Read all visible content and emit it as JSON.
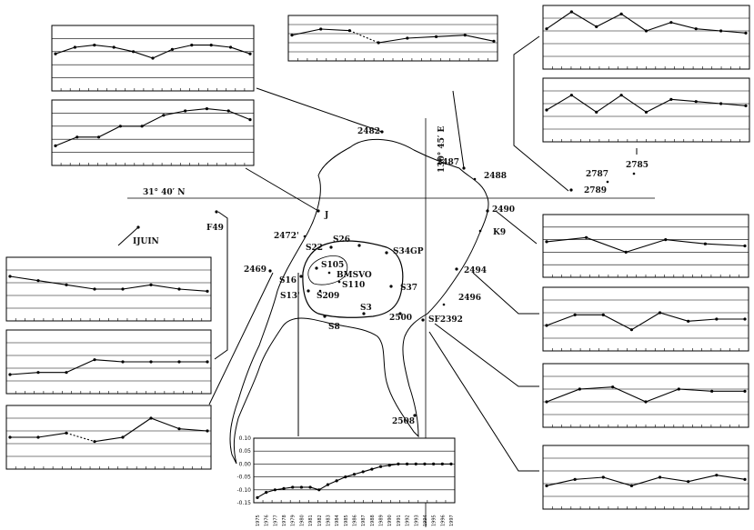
{
  "labels": {
    "lat": "31° 40′ N",
    "lon": "130° 45′ E",
    "stations": [
      "2482",
      "2487",
      "2488",
      "2789",
      "2787",
      "2785",
      "2490",
      "K9",
      "J",
      "F49",
      "2472'",
      "IJUIN",
      "S22",
      "S26",
      "S34GP",
      "2469",
      "S16",
      "S105",
      "BMSVO",
      "S110",
      "S13'",
      "S209",
      "S37",
      "S3",
      "S8",
      "2500",
      "SF2392",
      "2494",
      "2496",
      "2508"
    ]
  },
  "chart_data": [
    {
      "type": "line",
      "name": "top-left-1",
      "values": [
        0.02,
        0.05,
        0.06,
        0.05,
        0.03,
        0.0,
        0.04,
        0.06,
        0.06,
        0.05,
        0.02
      ],
      "dashed_segments": []
    },
    {
      "type": "line",
      "name": "top-left-2",
      "values": [
        -0.06,
        -0.02,
        -0.02,
        0.03,
        0.03,
        0.08,
        0.1,
        0.11,
        0.1,
        0.06
      ],
      "dashed_segments": []
    },
    {
      "type": "line",
      "name": "top-center",
      "values": [
        0.02,
        0.06,
        0.05,
        -0.03,
        0.0,
        0.01,
        0.02,
        -0.02
      ],
      "dashed_segments": [
        [
          2,
          3
        ]
      ]
    },
    {
      "type": "line",
      "name": "top-right-1",
      "values": [
        0.04,
        0.12,
        0.05,
        0.11,
        0.03,
        0.07,
        0.04,
        0.03,
        0.02
      ],
      "dashed_segments": []
    },
    {
      "type": "line",
      "name": "top-right-2",
      "values": [
        0.0,
        0.07,
        -0.01,
        0.07,
        -0.01,
        0.05,
        0.04,
        0.03,
        0.02
      ],
      "dashed_segments": []
    },
    {
      "type": "line",
      "name": "left-1",
      "values": [
        0.06,
        0.04,
        0.02,
        0.0,
        0.0,
        0.02,
        0.0,
        -0.01
      ],
      "dashed_segments": []
    },
    {
      "type": "line",
      "name": "left-2",
      "values": [
        -0.06,
        -0.05,
        -0.05,
        0.01,
        0.0,
        0.0,
        0.0,
        0.0
      ],
      "dashed_segments": []
    },
    {
      "type": "line",
      "name": "left-3",
      "values": [
        0.0,
        0.0,
        0.02,
        -0.02,
        0.0,
        0.09,
        0.04,
        0.03
      ],
      "dashed_segments": [
        [
          2,
          3
        ]
      ]
    },
    {
      "type": "line",
      "name": "right-1",
      "values": [
        0.02,
        0.04,
        -0.03,
        0.03,
        0.01,
        0.0
      ],
      "dashed_segments": []
    },
    {
      "type": "line",
      "name": "right-2",
      "values": [
        -0.03,
        0.02,
        0.02,
        -0.05,
        0.03,
        -0.01,
        0.0,
        0.0
      ],
      "dashed_segments": []
    },
    {
      "type": "line",
      "name": "right-3",
      "values": [
        -0.03,
        0.03,
        0.04,
        -0.03,
        0.03,
        0.02,
        0.02
      ],
      "dashed_segments": []
    },
    {
      "type": "line",
      "name": "right-4",
      "values": [
        -0.04,
        -0.01,
        0.0,
        -0.04,
        0.0,
        -0.02,
        0.01,
        -0.01
      ],
      "dashed_segments": []
    },
    {
      "type": "line",
      "name": "bottom-center",
      "x": [
        1975,
        1976,
        1977,
        1978,
        1979,
        1980,
        1981,
        1982,
        1983,
        1984,
        1985,
        1986,
        1987,
        1988,
        1989,
        1990,
        1991,
        1992,
        1993,
        1994,
        1995,
        1996,
        1997
      ],
      "values": [
        -0.13,
        -0.11,
        -0.1,
        -0.095,
        -0.09,
        -0.09,
        -0.09,
        -0.1,
        -0.08,
        -0.065,
        -0.05,
        -0.04,
        -0.03,
        -0.02,
        -0.01,
        -0.005,
        0.0,
        0.0,
        0.0,
        0.0,
        0.0,
        0.0,
        0.0
      ],
      "ylim": [
        -0.15,
        0.1
      ],
      "yticks": [
        "0.10",
        "0.05",
        "0.00",
        "-0.05",
        "-0.10",
        "-0.15"
      ],
      "xticks": [
        "1975",
        "1976",
        "1977",
        "1978",
        "1979",
        "1980",
        "1981",
        "1982",
        "1983",
        "1984",
        "1985",
        "1986",
        "1987",
        "1988",
        "1989",
        "1990",
        "1991",
        "1992",
        "1993",
        "1994",
        "1995",
        "1996",
        "1997"
      ]
    }
  ]
}
